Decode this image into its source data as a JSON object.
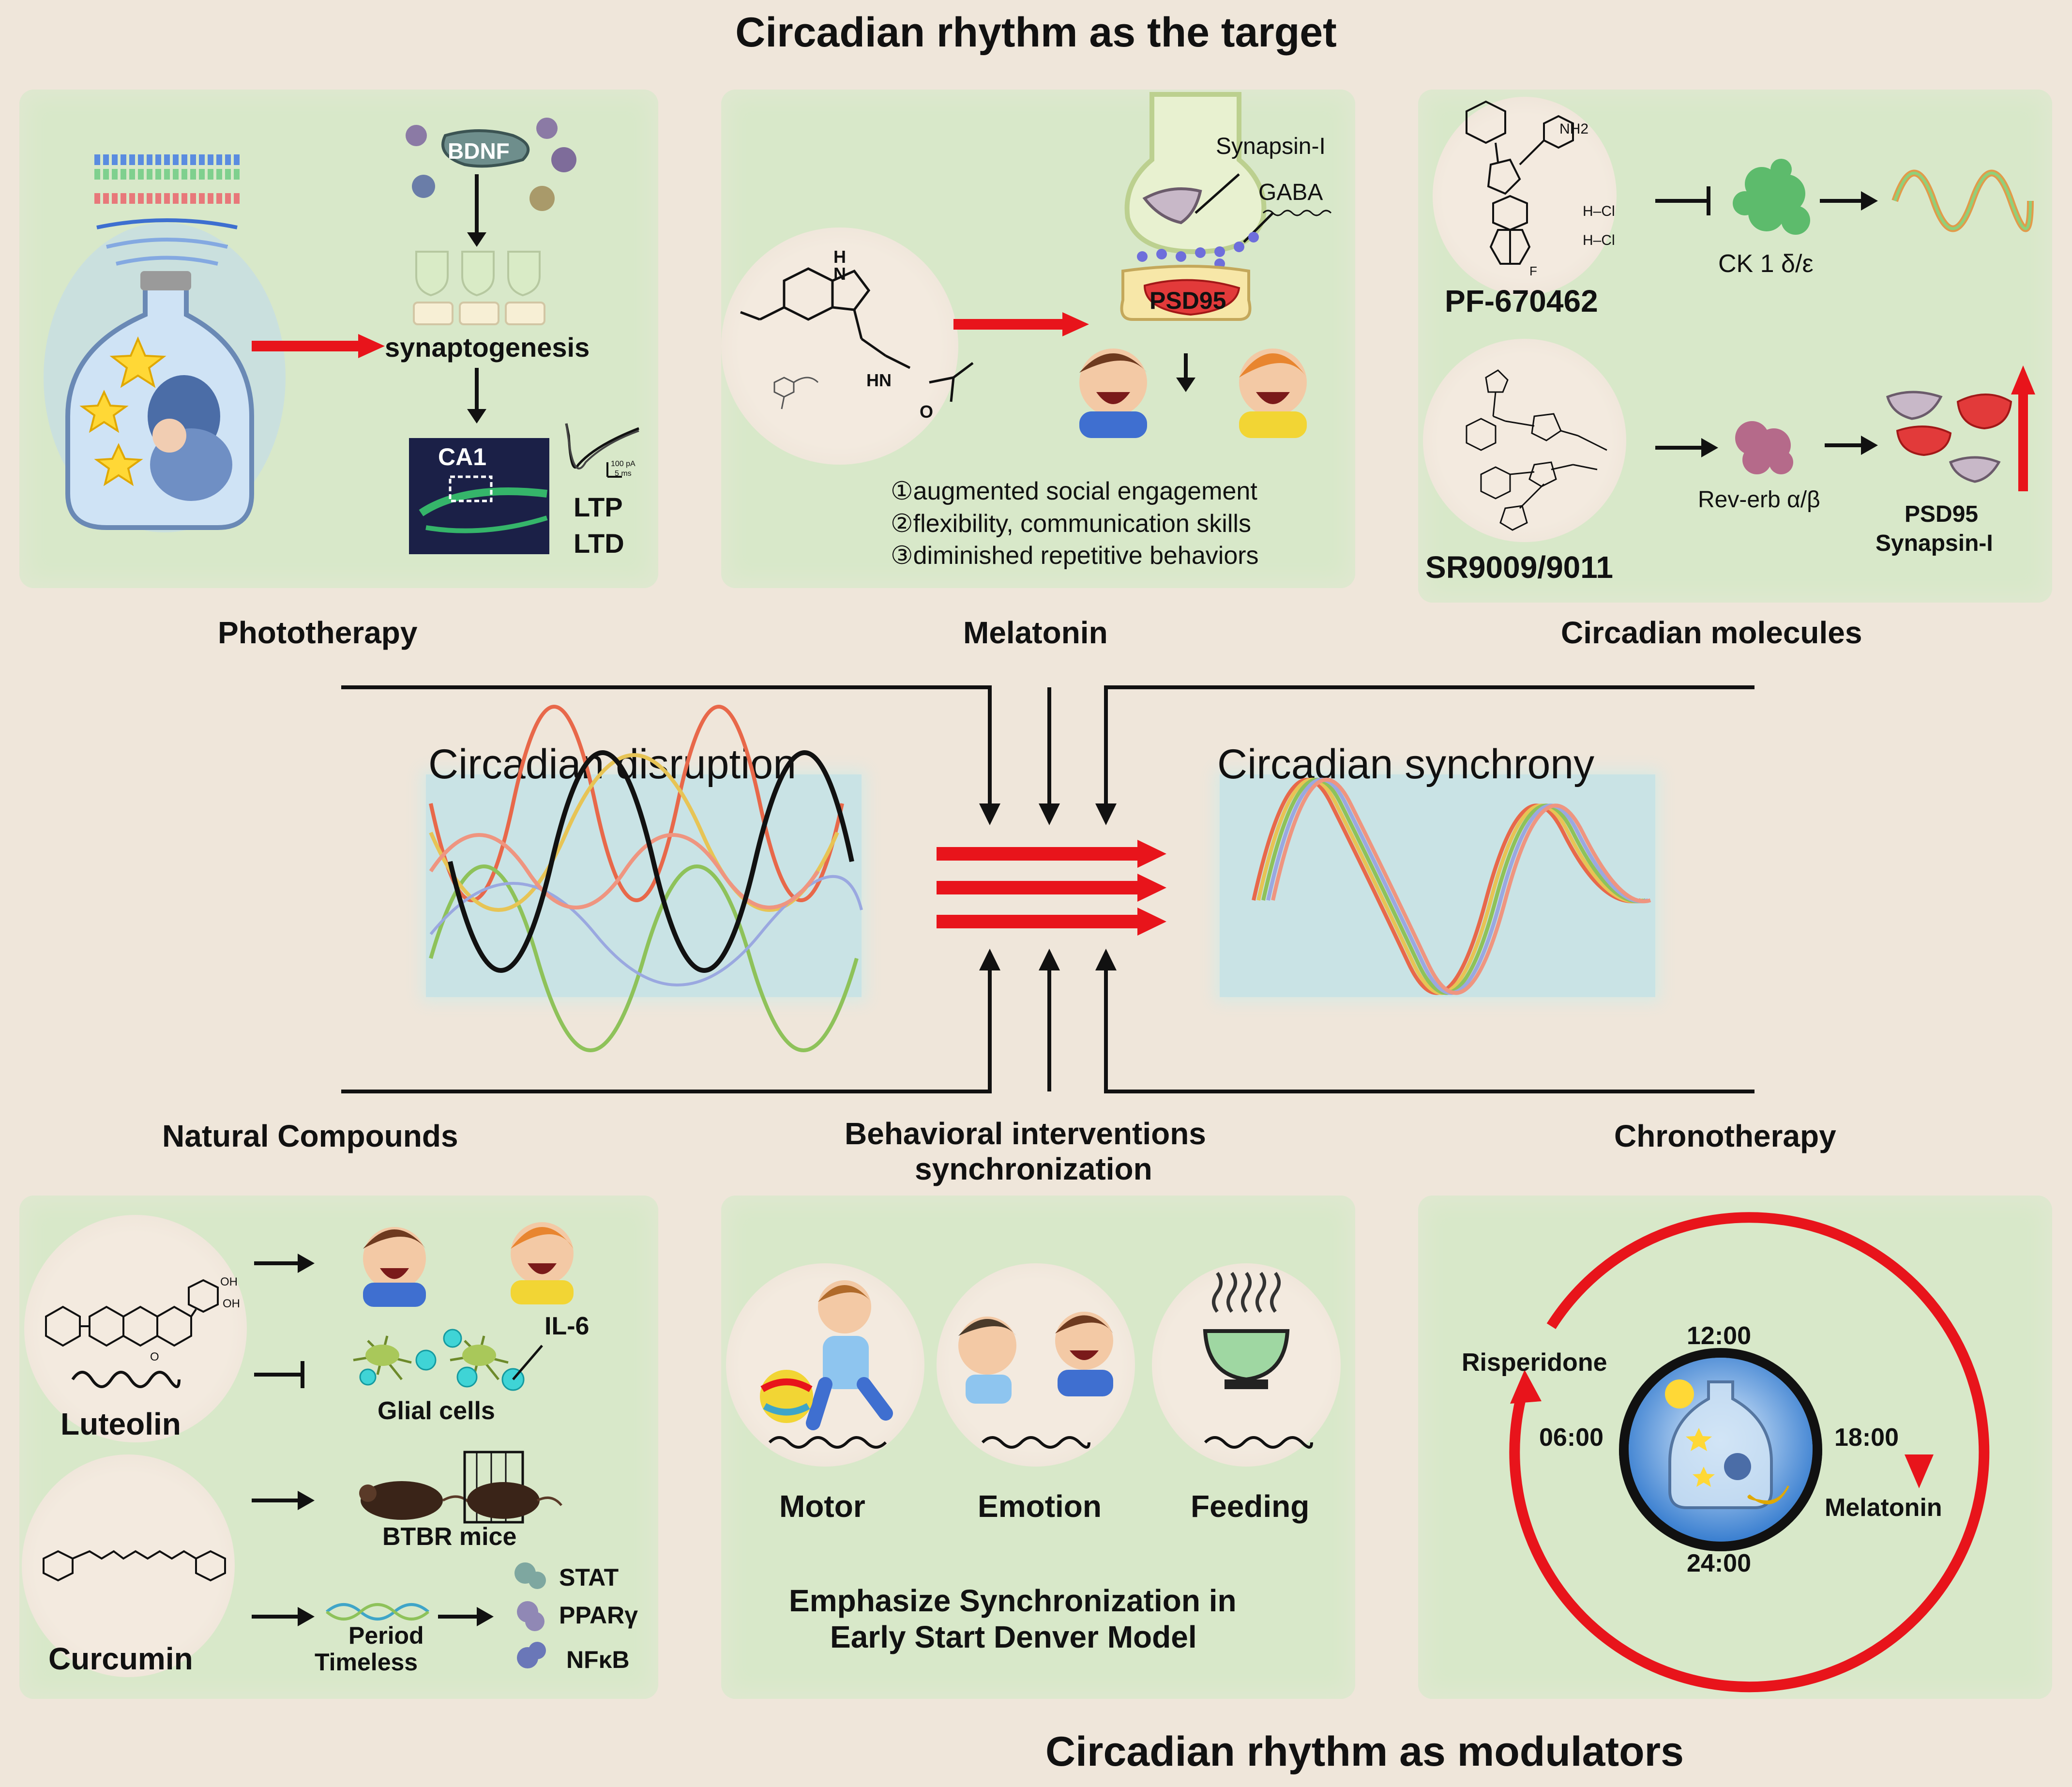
{
  "titles": {
    "top": "Circadian rhythm as the target",
    "bottom": "Circadian rhythm as modulators"
  },
  "sections": {
    "phototherapy": "Phototherapy",
    "melatonin": "Melatonin",
    "circadian_molecules": "Circadian molecules",
    "natural_compounds": "Natural Compounds",
    "behavioral_line1": "Behavioral interventions",
    "behavioral_line2": "synchronization",
    "chronotherapy": "Chronotherapy"
  },
  "phototherapy_panel": {
    "bdnf": "BDNF",
    "synaptogenesis": "synaptogenesis",
    "ca1": "CA1",
    "scale_pa": "100 pA",
    "scale_ms": "5 ms",
    "ltp": "LTP",
    "ltd": "LTD"
  },
  "melatonin_panel": {
    "h": "H",
    "n": "N",
    "hn": "HN",
    "o": "O",
    "synapsin": "Synapsin-I",
    "gaba": "GABA",
    "psd95": "PSD95",
    "outcome1": "①augmented social engagement",
    "outcome2": "②flexibility, communication skills",
    "outcome3": "③diminished repetitive behaviors"
  },
  "molecules_panel": {
    "pf": "PF-670462",
    "nh2": "NH2",
    "hcl1": "H–Cl",
    "hcl2": "H–Cl",
    "f": "F",
    "ck1": "CK 1 δ/ε",
    "sr": "SR9009/9011",
    "reverb": "Rev-erb α/β",
    "psd95": "PSD95",
    "synapsin": "Synapsin-I"
  },
  "center": {
    "disruption": "Circadian disruption",
    "synchrony": "Circadian synchrony"
  },
  "natural_panel": {
    "luteolin": "Luteolin",
    "il6": "IL-6",
    "glial": "Glial cells",
    "btbr": "BTBR mice",
    "curcumin": "Curcumin",
    "period": "Period",
    "timeless": "Timeless",
    "stat": "STAT",
    "ppar": "PPARγ",
    "nfkb": "NFκB",
    "oh": "OH",
    "o": "O"
  },
  "behavioral_panel": {
    "motor": "Motor",
    "emotion": "Emotion",
    "feeding": "Feeding",
    "emphasis1": "Emphasize Synchronization in",
    "emphasis2": "Early Start Denver Model"
  },
  "chrono_panel": {
    "t12": "12:00",
    "t06": "06:00",
    "t18": "18:00",
    "t24": "24:00",
    "risperidone": "Risperidone",
    "melatonin": "Melatonin"
  },
  "colors": {
    "background": "#efe6da",
    "panel": "#d8e8c9",
    "arrow_red": "#e8141b",
    "wave_box": "#c9e3e5"
  }
}
